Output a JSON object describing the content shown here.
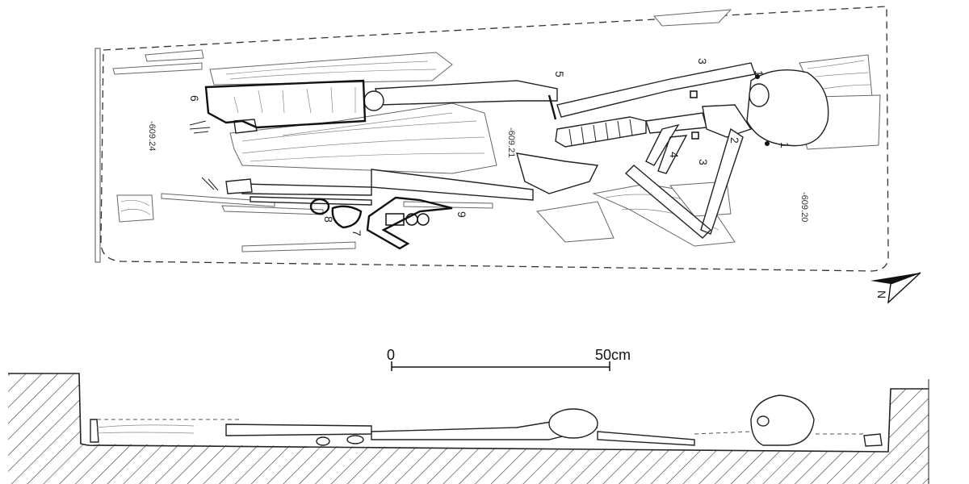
{
  "plan": {
    "elevations": [
      "-609.24",
      "-609.21",
      "-609.20"
    ],
    "find_labels": {
      "f1a": "1",
      "f1b": "1",
      "f2": "2",
      "f3a": "3",
      "f3b": "3",
      "f4": "4",
      "f5": "5",
      "f6": "6",
      "f7": "7",
      "f8": "8",
      "f9": "9"
    },
    "north_label": "N"
  },
  "scale_bar": {
    "start_label": "0",
    "end_label": "50cm"
  },
  "colors": {
    "ink": "#222222",
    "find_outline": "#111111",
    "wood_grain": "#888888"
  }
}
